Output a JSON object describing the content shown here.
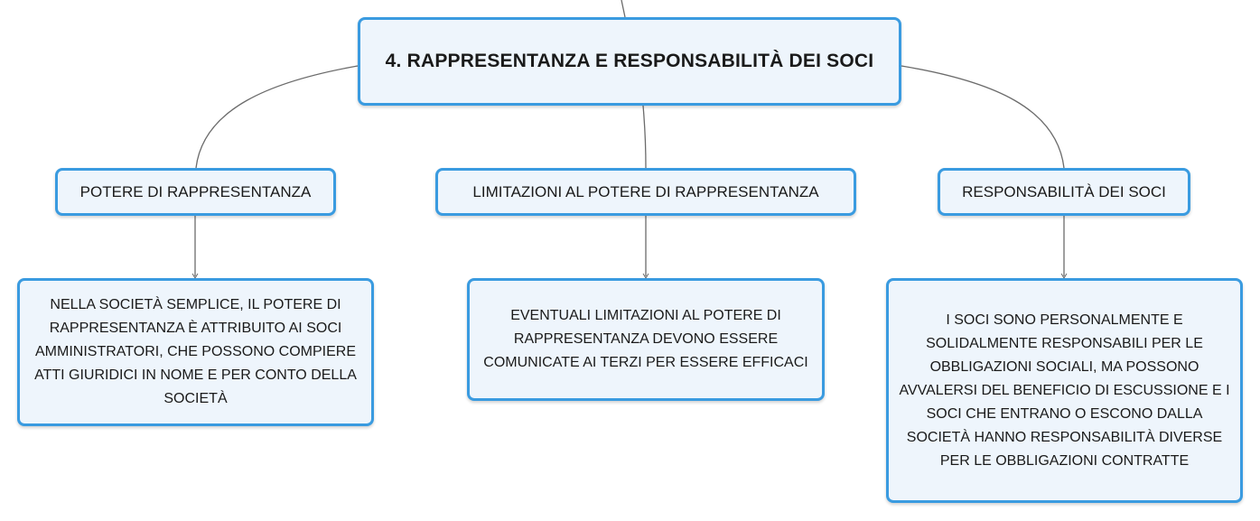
{
  "root": {
    "title": "4. RAPPRESENTANZA E RESPONSABILITÀ DEI SOCI"
  },
  "branches": [
    {
      "label": "POTERE DI RAPPRESENTANZA",
      "detail": "NELLA SOCIETÀ SEMPLICE, IL POTERE DI RAPPRESENTANZA È ATTRIBUITO AI SOCI AMMINISTRATORI, CHE POSSONO COMPIERE ATTI GIURIDICI IN NOME E PER CONTO DELLA SOCIETÀ"
    },
    {
      "label": "LIMITAZIONI AL POTERE DI RAPPRESENTANZA",
      "detail": "EVENTUALI LIMITAZIONI AL POTERE DI RAPPRESENTANZA DEVONO ESSERE COMUNICATE AI TERZI PER ESSERE EFFICACI"
    },
    {
      "label": "RESPONSABILITÀ DEI SOCI",
      "detail": "I SOCI SONO PERSONALMENTE E SOLIDALMENTE RESPONSABILI PER LE OBBLIGAZIONI SOCIALI, MA POSSONO AVVALERSI DEL BENEFICIO DI ESCUSSIONE E I SOCI CHE ENTRANO O ESCONO DALLA SOCIETÀ HANNO RESPONSABILITÀ DIVERSE PER LE OBBLIGAZIONI CONTRATTE"
    }
  ],
  "colors": {
    "border": "#3a9be0",
    "fill": "#eef5fc",
    "connector": "#6b6b6b"
  }
}
